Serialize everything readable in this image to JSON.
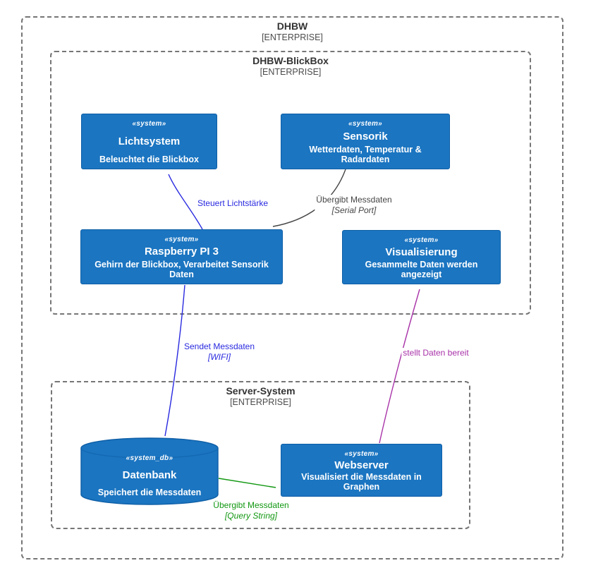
{
  "meta": {
    "type": "system-architecture-diagram"
  },
  "boundaries": {
    "dhbw": {
      "title": "DHBW",
      "subtitle": "[ENTERPRISE]"
    },
    "blickbox": {
      "title": "DHBW-BlickBox",
      "subtitle": "[ENTERPRISE]"
    },
    "server": {
      "title": "Server-System",
      "subtitle": "[ENTERPRISE]"
    }
  },
  "nodes": {
    "lichtsystem": {
      "stereotype": "«system»",
      "name": "Lichtsystem",
      "description": "Beleuchtet die Blickbox"
    },
    "sensorik": {
      "stereotype": "«system»",
      "name": "Sensorik",
      "description": "Wetterdaten, Temperatur & Radardaten"
    },
    "raspberry": {
      "stereotype": "«system»",
      "name": "Raspberry PI 3",
      "description": "Gehirn der Blickbox, Verarbeitet Sensorik Daten"
    },
    "visualisierung": {
      "stereotype": "«system»",
      "name": "Visualisierung",
      "description": "Gesammelte Daten werden angezeigt"
    },
    "datenbank": {
      "stereotype": "«system_db»",
      "name": "Datenbank",
      "description": "Speichert die Messdaten"
    },
    "webserver": {
      "stereotype": "«system»",
      "name": "Webserver",
      "description": "Visualisiert die Messdaten in Graphen"
    }
  },
  "edges": {
    "steuert": {
      "label": "Steuert Lichtstärke",
      "from": "Raspberry PI 3",
      "to": "Lichtsystem",
      "color": "#2929e0"
    },
    "serial": {
      "label": "Übergibt Messdaten",
      "protocol": "[Serial Port]",
      "from": "Sensorik",
      "to": "Raspberry PI 3",
      "color": "#454545"
    },
    "wifi": {
      "label": "Sendet Messdaten",
      "protocol": "[WIFI]",
      "from": "Raspberry PI 3",
      "to": "Datenbank",
      "color": "#2929e0"
    },
    "bereit": {
      "label": "stellt Daten bereit",
      "from": "Webserver",
      "to": "Visualisierung",
      "color": "#a832a8"
    },
    "query": {
      "label": "Übergibt Messdaten",
      "protocol": "[Query String]",
      "from": "Datenbank",
      "to": "Webserver",
      "color": "#129812"
    }
  },
  "colors": {
    "node_fill": "#1b75c1",
    "node_border": "#0e5ea6",
    "node_text": "#ffffff",
    "boundary_border": "#767676",
    "arrowhead": "#383838",
    "background": "#ffffff"
  }
}
